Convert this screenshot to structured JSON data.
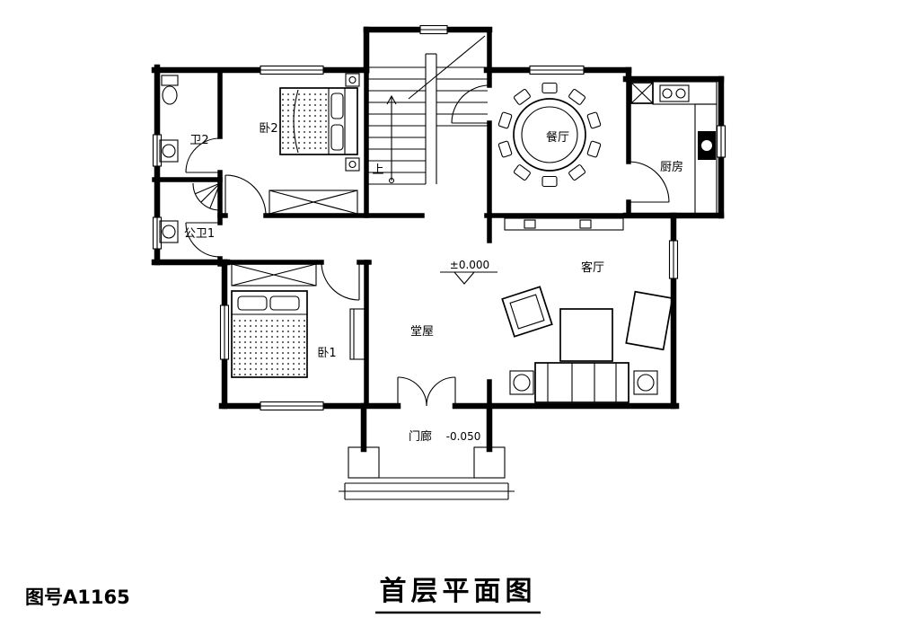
{
  "drawing": {
    "number": "图号A1165",
    "title": "首层平面图"
  },
  "rooms": {
    "bath2": {
      "label": "卫2"
    },
    "public_bath1": {
      "label": "公卫1"
    },
    "bedroom2": {
      "label": "卧2"
    },
    "dining_room": {
      "label": "餐厅"
    },
    "kitchen": {
      "label": "厨房"
    },
    "living_room": {
      "label": "客厅"
    },
    "main_hall": {
      "label": "堂屋"
    },
    "bedroom1": {
      "label": "卧1"
    },
    "porch": {
      "label": "门廊"
    }
  },
  "annotations": {
    "floor_level": "±0.000",
    "porch_level": "-0.050",
    "stair_up": "上"
  },
  "colors": {
    "line": "#000000",
    "background": "#ffffff"
  }
}
